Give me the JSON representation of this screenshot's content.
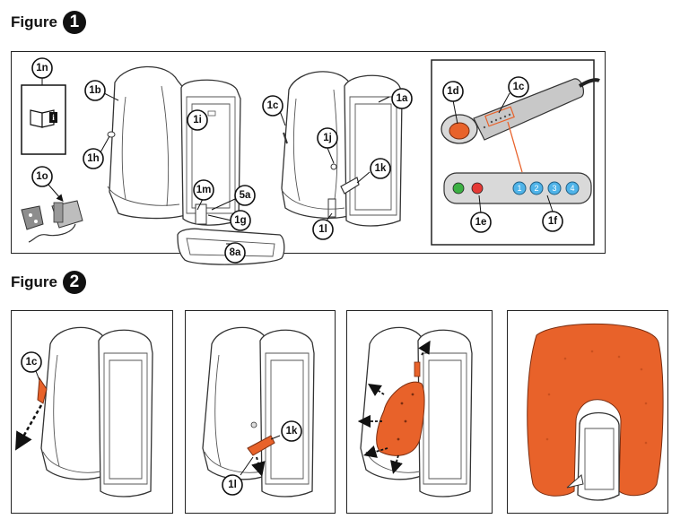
{
  "figure1": {
    "title": "Figure",
    "number": "1"
  },
  "figure2": {
    "title": "Figure",
    "number": "2"
  },
  "callouts": {
    "n1n": "1n",
    "n1o": "1o",
    "n1b": "1b",
    "n1h": "1h",
    "n1i": "1i",
    "n1m": "1m",
    "n5a": "5a",
    "n1g": "1g",
    "n8a": "8a",
    "n1c": "1c",
    "n1a": "1a",
    "n1j": "1j",
    "n1k": "1k",
    "n1l": "1l",
    "n1d": "1d",
    "n1c_detail": "1c",
    "n1e": "1e",
    "n1f": "1f",
    "f2_1c": "1c",
    "f2_1k": "1k",
    "f2_1l": "1l"
  },
  "control_panel": {
    "button_labels": [
      "1",
      "2",
      "3",
      "4"
    ],
    "led_colors": {
      "green": "#3cb043",
      "red": "#e53935"
    },
    "button_color": "#4fb3e8"
  },
  "colors": {
    "accent": "#e8622a",
    "outline": "#222222"
  }
}
